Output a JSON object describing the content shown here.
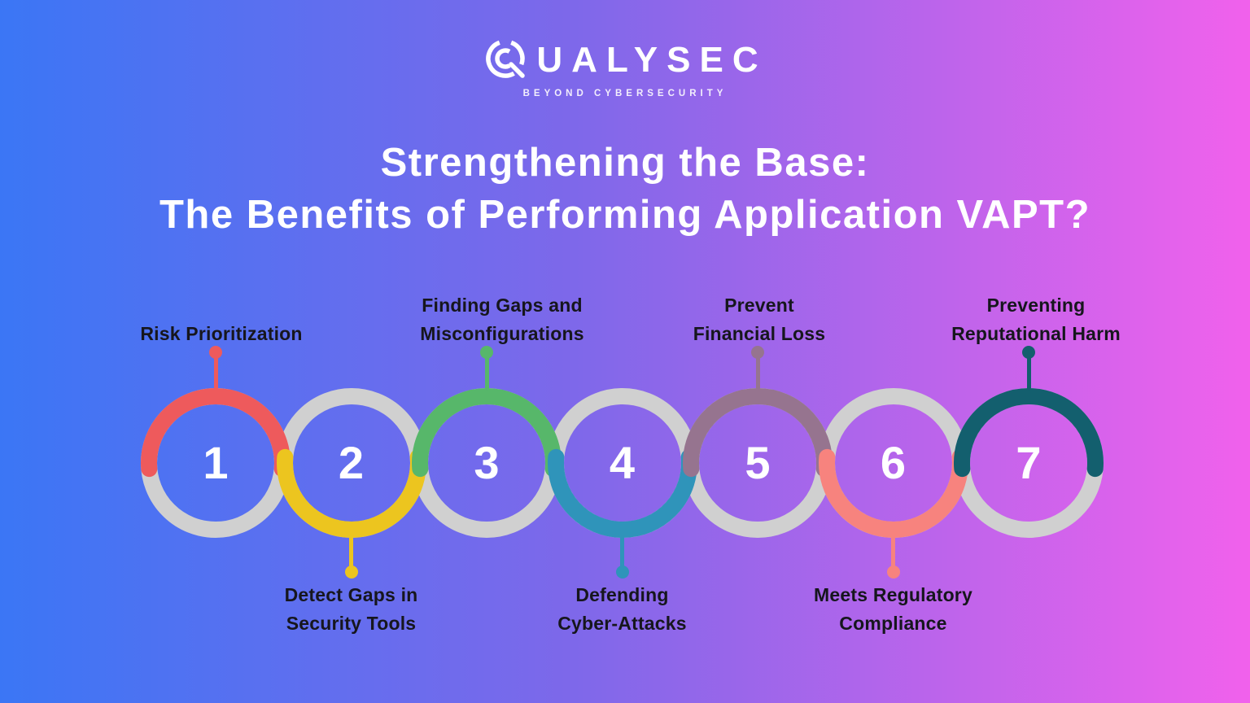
{
  "logo": {
    "brand": "UALYSEC",
    "brand_full": "QUALYSEC",
    "tagline": "BEYOND CYBERSECURITY"
  },
  "title": {
    "line1": "Strengthening the Base:",
    "line2": "The Benefits of Performing Application VAPT?"
  },
  "steps": [
    {
      "number": "1",
      "label_lines": [
        "Risk Prioritization"
      ],
      "color": "#ee5a5c",
      "label_position": "top"
    },
    {
      "number": "2",
      "label_lines": [
        "Detect Gaps in",
        "Security Tools"
      ],
      "color": "#ecc51f",
      "label_position": "bottom"
    },
    {
      "number": "3",
      "label_lines": [
        "Finding Gaps and",
        "Misconfigurations"
      ],
      "color": "#57b76a",
      "label_position": "top"
    },
    {
      "number": "4",
      "label_lines": [
        "Defending",
        "Cyber-Attacks"
      ],
      "color": "#2f94ba",
      "label_position": "bottom"
    },
    {
      "number": "5",
      "label_lines": [
        "Prevent",
        "Financial Loss"
      ],
      "color": "#96748f",
      "label_position": "top"
    },
    {
      "number": "6",
      "label_lines": [
        "Meets Regulatory",
        "Compliance"
      ],
      "color": "#f7837e",
      "label_position": "bottom"
    },
    {
      "number": "7",
      "label_lines": [
        "Preventing",
        "Reputational Harm"
      ],
      "color": "#135f6e",
      "label_position": "top"
    }
  ],
  "colors": {
    "background_left": "#3b76f5",
    "background_mid": "#7e68ea",
    "background_right": "#f161ec",
    "ring_gray": "#d0d0d0",
    "label_text": "#16161d",
    "title_text": "#ffffff",
    "number_text": "#ffffff",
    "logo_text": "#ffffff"
  }
}
